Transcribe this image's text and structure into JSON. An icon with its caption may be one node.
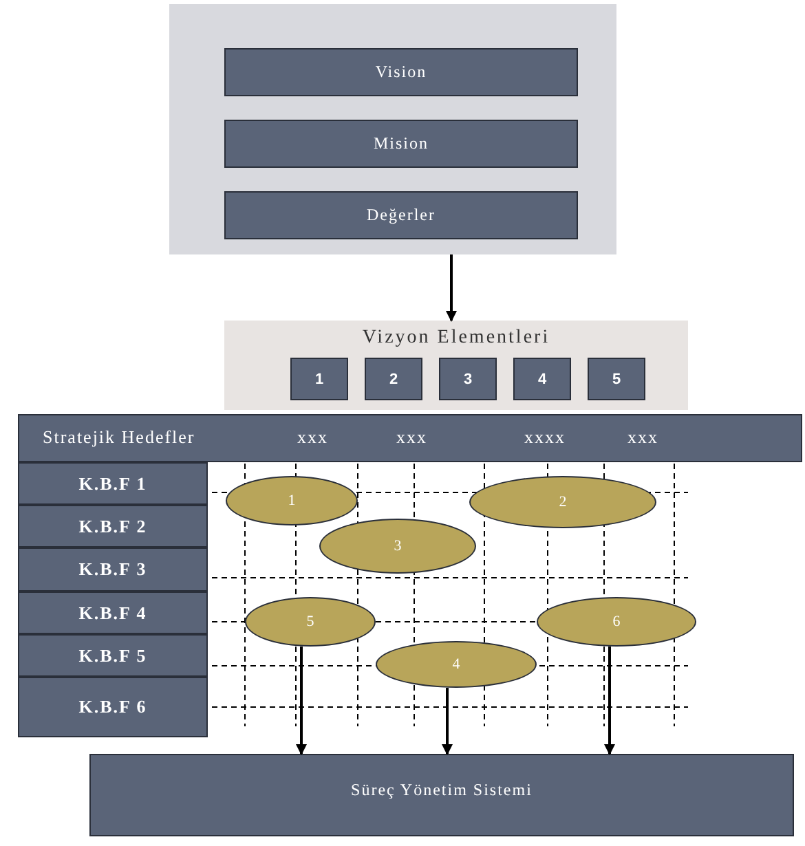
{
  "diagram": {
    "nodes": [
      {
        "text": [],
        "shape": "box"
      },
      {
        "text": [
          "Vision"
        ],
        "in": 0
      },
      {
        "text": [
          "Mision"
        ],
        "in": 0
      },
      {
        "text": [
          "Değerler"
        ],
        "in": 0
      },
      {
        "text": [
          "Vizyon Elementleri"
        ]
      },
      {
        "text": [
          "1"
        ],
        "in": 4
      },
      {
        "text": [
          "2"
        ],
        "in": 4
      },
      {
        "text": [
          "3"
        ],
        "in": 4
      },
      {
        "text": [
          "4"
        ],
        "in": 4
      },
      {
        "text": [
          "5"
        ],
        "in": 4
      },
      {
        "text": [
          "Stratejik Hedefler",
          "xxx",
          "xxx",
          "xxxx",
          "xxx"
        ]
      },
      {
        "text": [
          "K.B.F 1"
        ]
      },
      {
        "text": [
          "K.B.F 2"
        ]
      },
      {
        "text": [
          "K.B.F 3"
        ]
      },
      {
        "text": [
          "K.B.F 4"
        ]
      },
      {
        "text": [
          "K.B.F 5"
        ]
      },
      {
        "text": [
          "K.B.F 6"
        ]
      },
      {
        "text": [
          "1"
        ]
      },
      {
        "text": [
          "2"
        ]
      },
      {
        "text": [
          "3"
        ]
      },
      {
        "text": [
          "5"
        ]
      },
      {
        "text": [
          "6"
        ]
      },
      {
        "text": [
          "4"
        ]
      },
      {
        "text": [
          "Süreç Yönetim Sistemi"
        ]
      }
    ],
    "edges": [
      {
        "from": 0,
        "to": 4,
        "arrow": "to"
      },
      {
        "from": 20,
        "to": 23,
        "arrow": "to"
      },
      {
        "from": 22,
        "to": 23,
        "arrow": "to"
      },
      {
        "from": 21,
        "to": 23,
        "arrow": "to"
      }
    ]
  }
}
